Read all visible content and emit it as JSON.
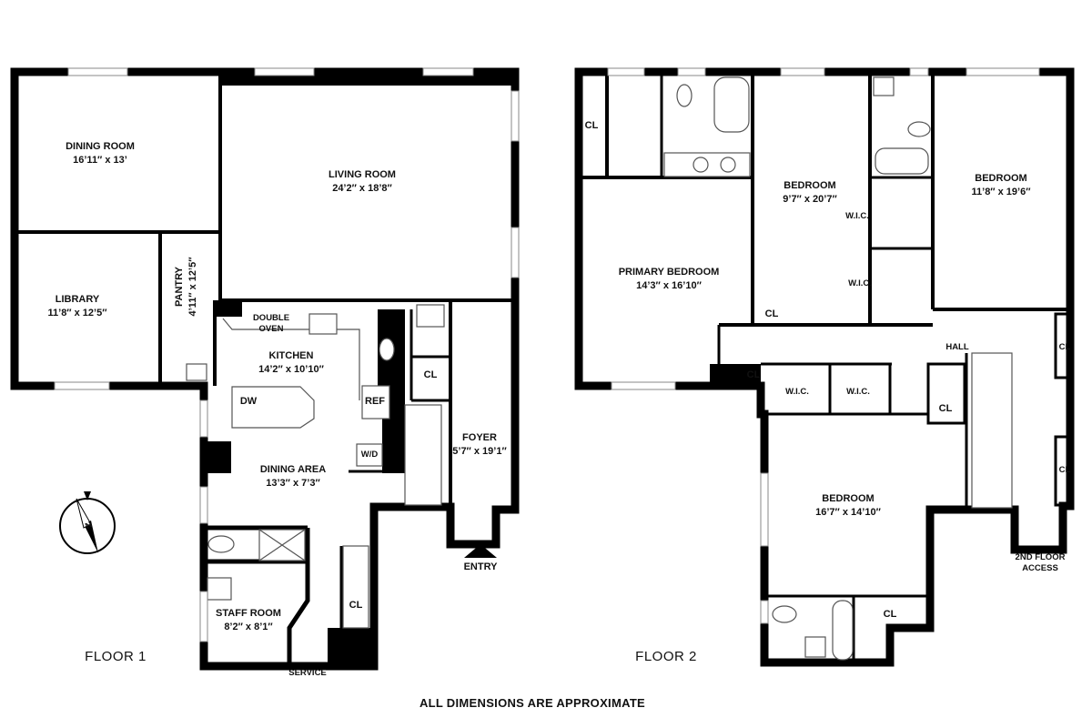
{
  "floor1": {
    "title": "FLOOR 1",
    "rooms": [
      {
        "name": "DINING ROOM",
        "size": "16’11″ x 13’"
      },
      {
        "name": "LIVING ROOM",
        "size": "24’2″ x 18’8″"
      },
      {
        "name": "LIBRARY",
        "size": "11’8″ x 12’5″"
      },
      {
        "name": "PANTRY",
        "size": "4’11″ x 12’5″"
      },
      {
        "name": "KITCHEN",
        "size": "14’2″ x 10’10″"
      },
      {
        "name": "FOYER",
        "size": "5’7″ x 19’1″"
      },
      {
        "name": "DINING AREA",
        "size": "13’3″ x 7’3″"
      },
      {
        "name": "STAFF ROOM",
        "size": "8’2″ x 8’1″"
      }
    ],
    "fixtures": {
      "double_oven_1": "DOUBLE",
      "double_oven_2": "OVEN",
      "dw": "DW",
      "ref": "REF",
      "wd": "W/D",
      "cl_1": "CL",
      "cl_2": "CL"
    },
    "service": "SERVICE",
    "entry": "ENTRY"
  },
  "floor2": {
    "title": "FLOOR 2",
    "rooms": [
      {
        "name": "PRIMARY BEDROOM",
        "size": "14’3″ x 16’10″"
      },
      {
        "name": "BEDROOM",
        "size": "9’7″ x 20’7″"
      },
      {
        "name": "BEDROOM",
        "size": "11’8″ x 19’6″"
      },
      {
        "name": "BEDROOM",
        "size": "16’7″ x 14’10″"
      },
      {
        "name": "HALL"
      }
    ],
    "closets": [
      "CL",
      "CL",
      "CL",
      "CL",
      "CL",
      "CL",
      "CL"
    ],
    "wics": [
      "W.I.C.",
      "W.I.C.",
      "W.I.C.",
      "W.I.C."
    ],
    "access_1": "2ND FLOOR",
    "access_2": "ACCESS"
  },
  "compass": {
    "north": "N"
  },
  "footer": "ALL DIMENSIONS ARE APPROXIMATE",
  "colors": {
    "wall": "#000000",
    "fixture": "#555555",
    "background": "#ffffff"
  }
}
